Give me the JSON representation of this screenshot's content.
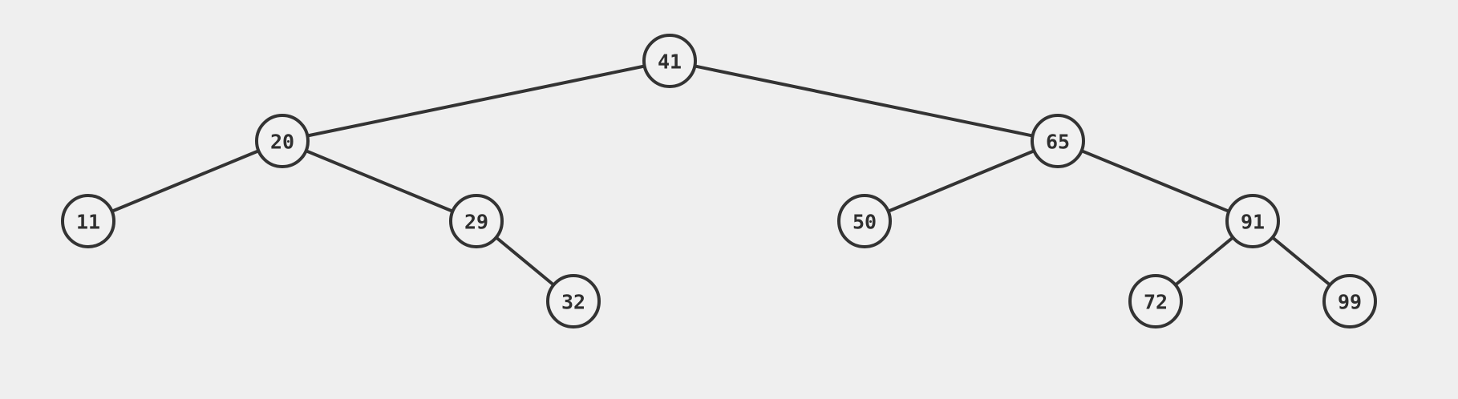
{
  "tree": {
    "nodes": [
      {
        "id": "n41",
        "value": "41"
      },
      {
        "id": "n20",
        "value": "20"
      },
      {
        "id": "n65",
        "value": "65"
      },
      {
        "id": "n11",
        "value": "11"
      },
      {
        "id": "n29",
        "value": "29"
      },
      {
        "id": "n32",
        "value": "32"
      },
      {
        "id": "n50",
        "value": "50"
      },
      {
        "id": "n91",
        "value": "91"
      },
      {
        "id": "n72",
        "value": "72"
      },
      {
        "id": "n99",
        "value": "99"
      }
    ],
    "edges": [
      {
        "from": "n41",
        "to": "n20"
      },
      {
        "from": "n41",
        "to": "n65"
      },
      {
        "from": "n20",
        "to": "n11"
      },
      {
        "from": "n20",
        "to": "n29"
      },
      {
        "from": "n29",
        "to": "n32"
      },
      {
        "from": "n65",
        "to": "n50"
      },
      {
        "from": "n65",
        "to": "n91"
      },
      {
        "from": "n91",
        "to": "n72"
      },
      {
        "from": "n91",
        "to": "n99"
      }
    ],
    "colors": {
      "background": "#efefef",
      "stroke": "#333333",
      "node_fill": "#f1f1f1",
      "text": "#2f2f2f"
    }
  }
}
